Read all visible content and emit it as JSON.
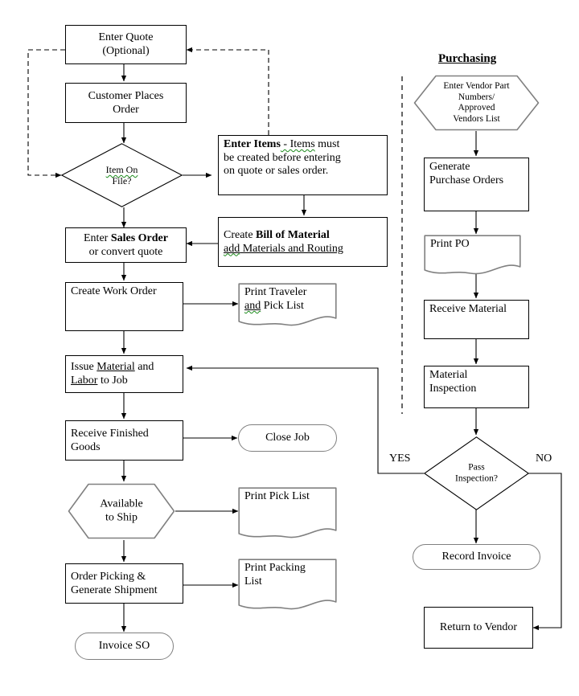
{
  "diagram": {
    "title_right": "Purchasing",
    "colors": {
      "stroke_black": "#000000",
      "stroke_gray": "#808080",
      "spellcheck_underline": "#1a8a1a",
      "background": "#ffffff"
    },
    "sales_flow": {
      "enter_quote": {
        "line1": "Enter Quote",
        "line2": "(Optional)"
      },
      "customer_places_order": {
        "line1": "Customer Places",
        "line2": "Order"
      },
      "item_on_file": {
        "line1": "Item On",
        "line2": "File?"
      },
      "enter_items": {
        "bold_lead": "Enter Items",
        "squiggle": " -  Items",
        "rest1": " must",
        "line2": "be created before entering",
        "line3": "on quote or sales order."
      },
      "create_bom": {
        "plain1": "Create ",
        "bold1": "Bill of Material",
        "squiggle2": "add",
        "underline2": " Materials and Routing"
      },
      "enter_sales_order": {
        "plain1": "Enter ",
        "bold1": "Sales Order",
        "line2": "or convert quote"
      },
      "create_work_order": {
        "line1": "Create Work Order"
      },
      "print_traveler": {
        "line1": "Print Traveler",
        "squiggle2": "and",
        "rest2": " Pick List"
      },
      "issue_material": {
        "plain1": "Issue ",
        "under1": "Material",
        "rest1": " and",
        "under2": "Labor",
        "rest2": " to Job"
      },
      "receive_finished_goods": {
        "line1": "Receive Finished",
        "line2": "Goods"
      },
      "close_job": {
        "line1": "Close Job"
      },
      "available_to_ship": {
        "line1": "Available",
        "line2": "to Ship"
      },
      "print_pick_list": {
        "line1": "Print Pick List"
      },
      "order_picking": {
        "line1": "Order Picking &",
        "line2": "Generate Shipment"
      },
      "print_packing_list": {
        "line1": "Print Packing",
        "line2": "List"
      },
      "invoice_so": {
        "line1": "Invoice SO"
      }
    },
    "purchasing_flow": {
      "enter_vendor": {
        "line1": "Enter Vendor Part",
        "line2": "Numbers/",
        "line3": "Approved",
        "line4": "Vendors List"
      },
      "generate_po": {
        "line1": "Generate",
        "line2": "Purchase Orders"
      },
      "print_po": {
        "line1": "Print PO"
      },
      "receive_material": {
        "line1": "Receive Material"
      },
      "material_inspection": {
        "line1": "Material",
        "line2": "Inspection"
      },
      "pass_inspection": {
        "line1": "Pass",
        "line2": "Inspection?"
      },
      "yes_label": "YES",
      "no_label": "NO",
      "record_invoice": {
        "line1": "Record Invoice"
      },
      "return_to_vendor": {
        "line1": "Return to Vendor"
      }
    }
  }
}
